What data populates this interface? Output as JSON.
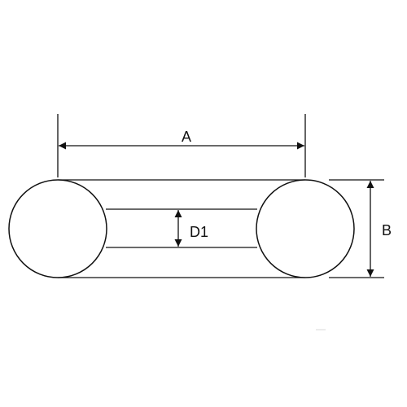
{
  "diagram": {
    "labels": {
      "outer_diameter": "A",
      "cross_section": "B",
      "inner_diameter": "D1"
    },
    "colors": {
      "stroke": "#111111",
      "background": "#ffffff"
    }
  }
}
